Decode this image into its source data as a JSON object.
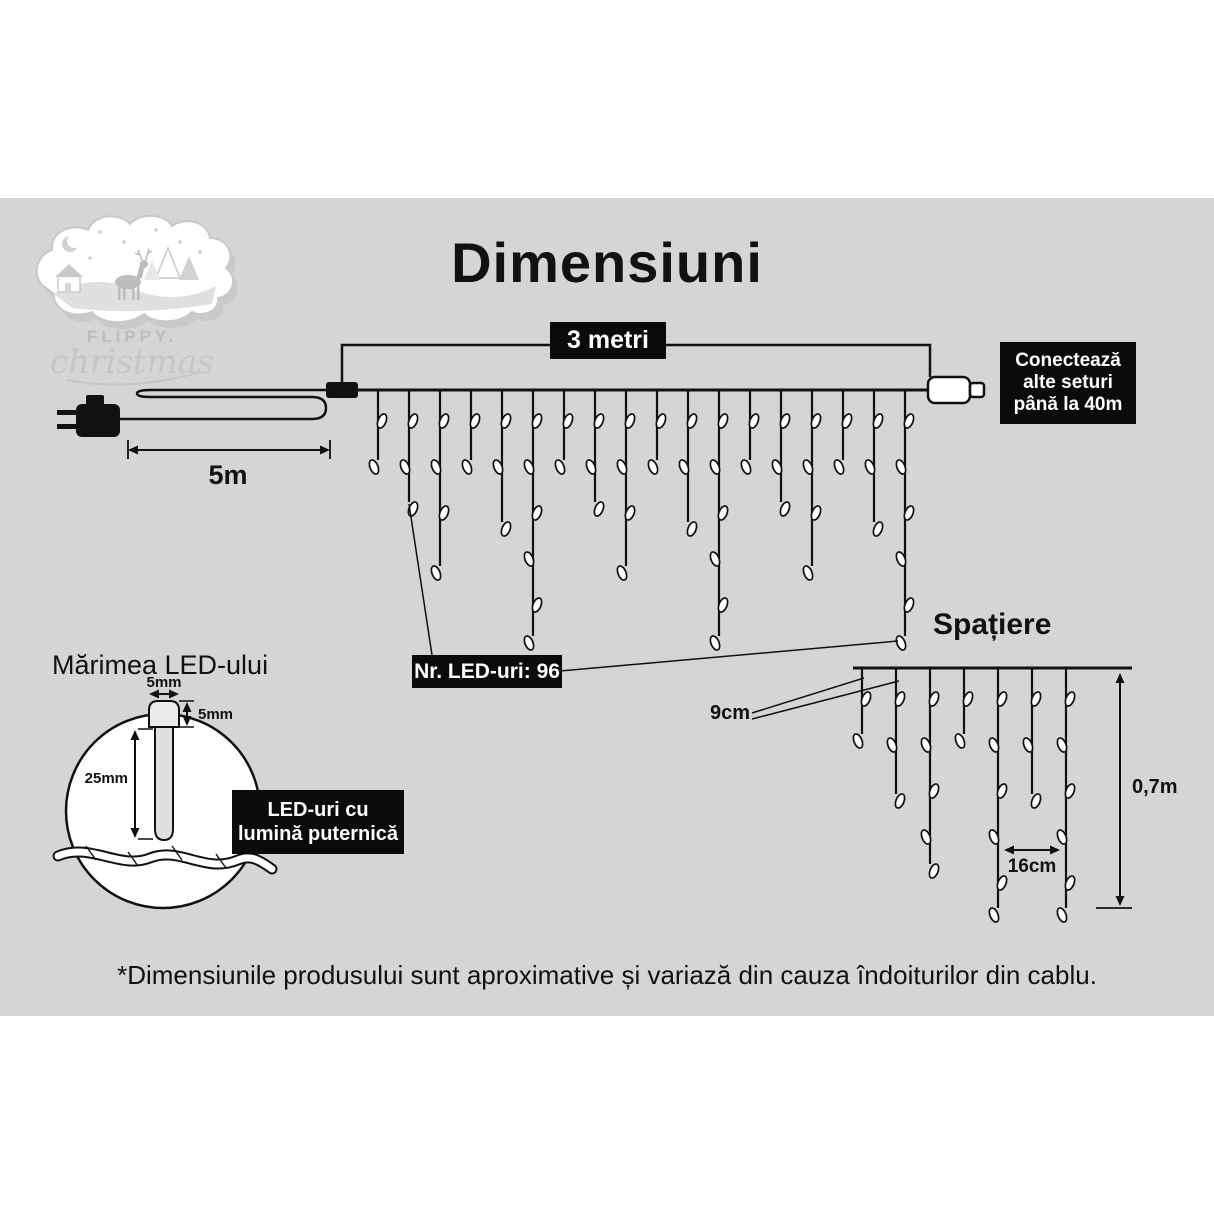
{
  "page": {
    "title": "Dimensiuni",
    "disclaimer": "*Dimensiunile produsului sunt aproximative și variază din cauza îndoiturilor din cablu."
  },
  "logo": {
    "top": "FLIPPY.",
    "script": "christmas"
  },
  "main": {
    "width_label": "3 metri",
    "lead_label": "5m",
    "connect_note": "Conectează alte seturi până la 40m",
    "led_count_label": "Nr. LED-uri: 96"
  },
  "spacing": {
    "heading": "Spațiere",
    "gap_small": "9cm",
    "gap_large": "16cm",
    "height": "0,7m"
  },
  "led": {
    "heading": "Mărimea LED-ului",
    "cap_w": "5mm",
    "cap_h": "5mm",
    "body_len": "25mm",
    "note": "LED-uri cu lumină puternică"
  },
  "colors": {
    "background_band": "#d5d5d5",
    "label_box_bg": "#0b0b0b",
    "label_box_text": "#ffffff",
    "line_color": "#111111",
    "logo_gray": "#c6c6c6"
  }
}
